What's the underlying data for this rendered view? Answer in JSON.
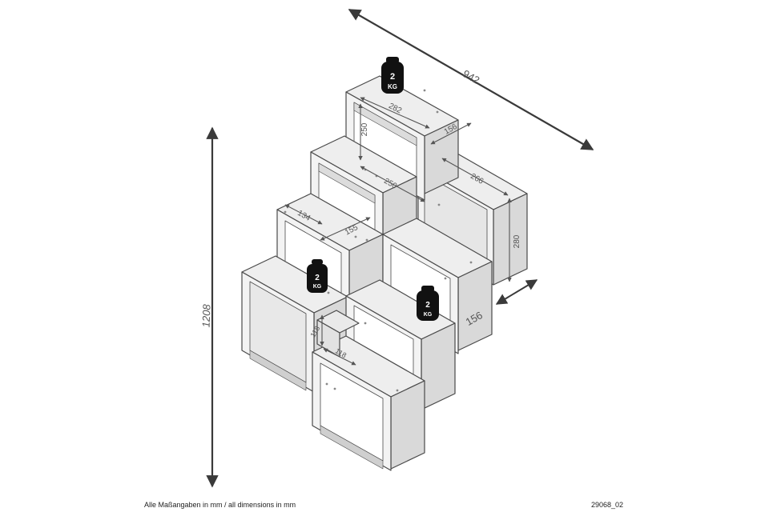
{
  "dimensions": {
    "total_width": "942",
    "total_height": "1208",
    "depth_outer": "156",
    "top_box_width": "282",
    "top_box_height": "250",
    "top_box_depth": "156",
    "inner_depth": "250",
    "right_box_width": "266",
    "right_box_height": "280",
    "left_small_width": "134",
    "left_small_depth": "155",
    "small_a": "118",
    "small_b": "118"
  },
  "weights": [
    {
      "value": "2",
      "unit": "KG"
    },
    {
      "value": "2",
      "unit": "KG"
    },
    {
      "value": "2",
      "unit": "KG"
    }
  ],
  "colors": {
    "panel_face": "#eeeeee",
    "panel_side": "#d9d9d9",
    "panel_edge": "#9a9a9a",
    "outline": "#4a4a4a",
    "arrow": "#3a3a3a",
    "weight": "#111111"
  },
  "footer": {
    "note": "Alle Maßangaben in mm / all dimensions in mm",
    "code": "29068_02"
  }
}
